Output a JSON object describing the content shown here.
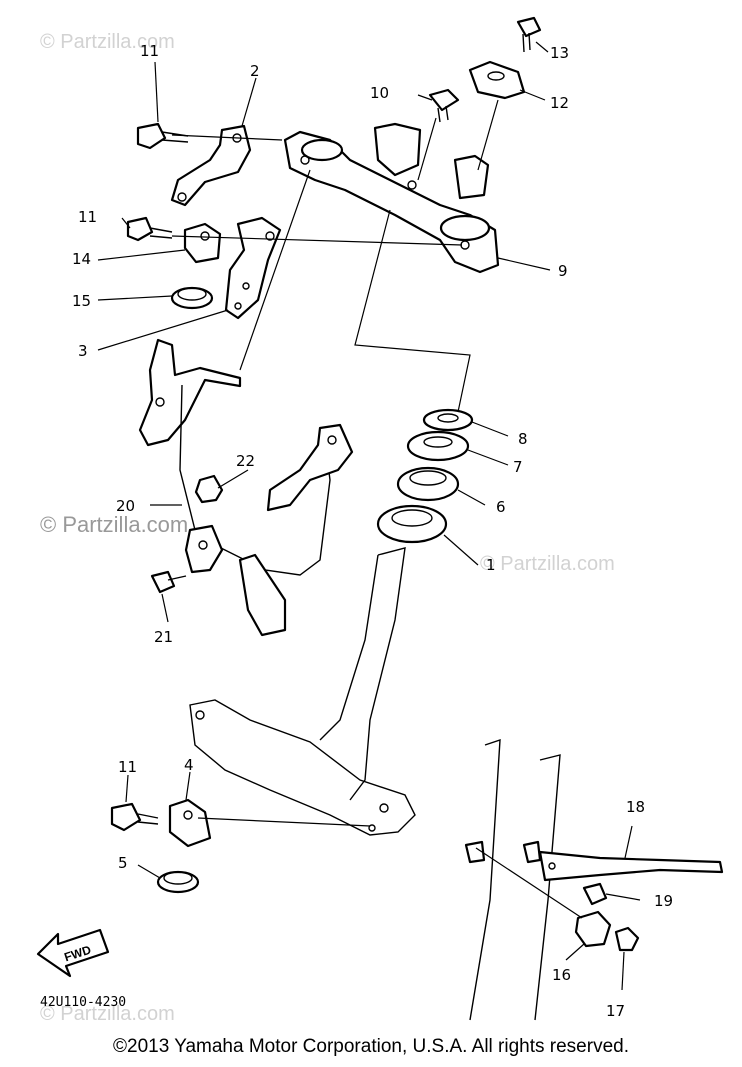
{
  "watermarks": [
    "© Partzilla.com",
    "© Partzilla.com",
    "© Partzilla.com",
    "© Partzilla.com"
  ],
  "callouts": {
    "c1": "1",
    "c2": "2",
    "c3": "3",
    "c4": "4",
    "c5": "5",
    "c6": "6",
    "c7": "7",
    "c8": "8",
    "c9": "9",
    "c10": "10",
    "c11a": "11",
    "c11b": "11",
    "c11c": "11",
    "c12": "12",
    "c13": "13",
    "c14": "14",
    "c15": "15",
    "c16": "16",
    "c17": "17",
    "c18": "18",
    "c19": "19",
    "c20": "20",
    "c21": "21",
    "c22": "22"
  },
  "fwd_label": "FWD",
  "diagram_code": "42U110-4230",
  "copyright": "©2013 Yamaha Motor Corporation, U.S.A. All rights reserved."
}
